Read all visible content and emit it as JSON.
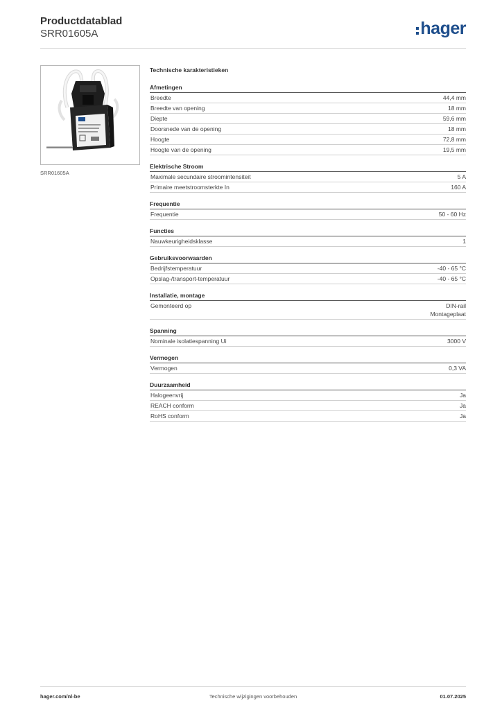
{
  "header": {
    "title": "Productdatablad",
    "code": "SRR01605A",
    "logo": "hager"
  },
  "image": {
    "caption": "SRR01605A"
  },
  "specs": {
    "title": "Technische karakteristieken",
    "sections": [
      {
        "title": "Afmetingen",
        "rows": [
          {
            "label": "Breedte",
            "value": "44,4 mm"
          },
          {
            "label": "Breedte van opening",
            "value": "18 mm"
          },
          {
            "label": "Diepte",
            "value": "59,6 mm"
          },
          {
            "label": "Doorsnede van de opening",
            "value": "18 mm"
          },
          {
            "label": "Hoogte",
            "value": "72,8 mm"
          },
          {
            "label": "Hoogte van de opening",
            "value": "19,5 mm"
          }
        ]
      },
      {
        "title": "Elektrische Stroom",
        "rows": [
          {
            "label": "Maximale secundaire stroomintensiteit",
            "value": "5 A"
          },
          {
            "label": "Primaire meetstroomsterkte In",
            "value": "160 A"
          }
        ]
      },
      {
        "title": "Frequentie",
        "rows": [
          {
            "label": "Frequentie",
            "value": "50 - 60 Hz"
          }
        ]
      },
      {
        "title": "Functies",
        "rows": [
          {
            "label": "Nauwkeurigheidsklasse",
            "value": "1"
          }
        ]
      },
      {
        "title": "Gebruiksvoorwaarden",
        "rows": [
          {
            "label": "Bedrijfstemperatuur",
            "value": "-40 - 65 °C"
          },
          {
            "label": "Opslag-/transport-temperatuur",
            "value": "-40 - 65 °C"
          }
        ]
      },
      {
        "title": "Installatie, montage",
        "rows": [
          {
            "label": "Gemonteerd op",
            "value": "DIN-rail",
            "value2": "Montageplaat"
          }
        ]
      },
      {
        "title": "Spanning",
        "rows": [
          {
            "label": "Nominale isolatiespanning Ui",
            "value": "3000 V"
          }
        ]
      },
      {
        "title": "Vermogen",
        "rows": [
          {
            "label": "Vermogen",
            "value": "0,3 VA"
          }
        ]
      },
      {
        "title": "Duurzaamheid",
        "rows": [
          {
            "label": "Halogeenvrij",
            "value": "Ja"
          },
          {
            "label": "REACH conform",
            "value": "Ja"
          },
          {
            "label": "RoHS conform",
            "value": "Ja"
          }
        ]
      }
    ]
  },
  "footer": {
    "site": "hager.com/nl-be",
    "note": "Technische wijzigingen voorbehouden",
    "date": "01.07.2025"
  }
}
